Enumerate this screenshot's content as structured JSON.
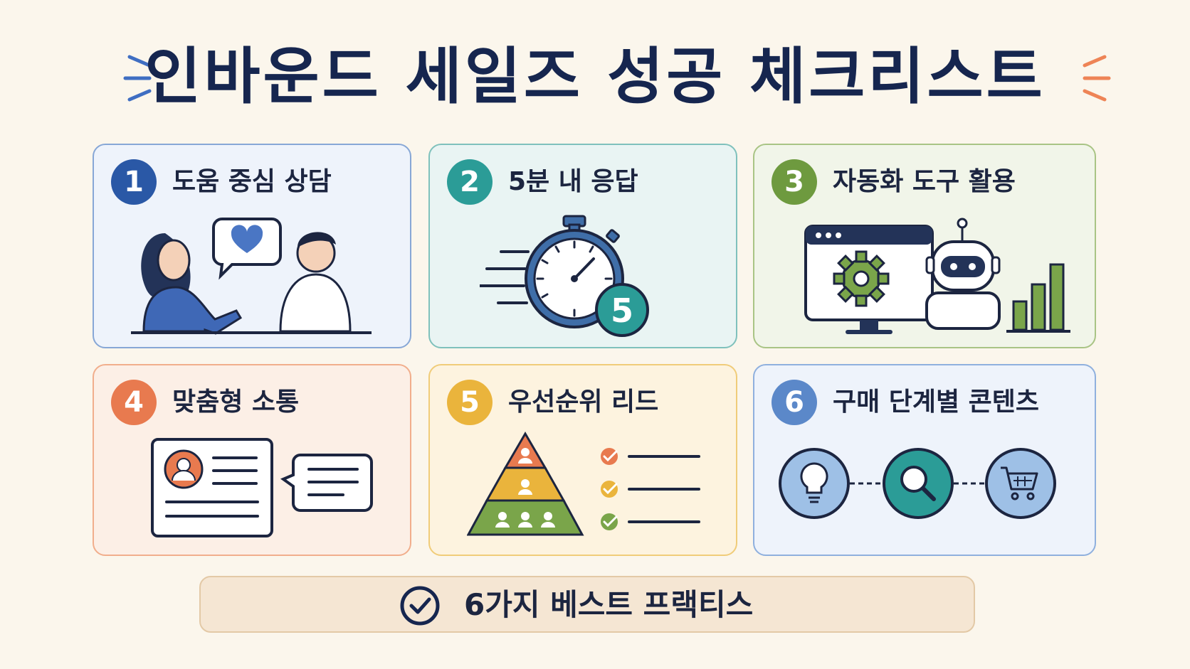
{
  "page": {
    "title": "인바운드 세일즈 성공 체크리스트",
    "footer": "6가지 베스트 프랙티스"
  },
  "cards": [
    {
      "number": "1",
      "label": "도움 중심 상담",
      "accent": "#2a58a6",
      "bg": "#eef3fb",
      "border": "#87a7d6",
      "icon": "conversation-icon"
    },
    {
      "number": "2",
      "label": "5분 내 응답",
      "accent": "#2b9c97",
      "bg": "#e9f4f3",
      "border": "#7fc1bc",
      "icon": "stopwatch-icon",
      "stopwatch_badge": "5"
    },
    {
      "number": "3",
      "label": "자동화 도구 활용",
      "accent": "#6e9a3f",
      "bg": "#f1f5e9",
      "border": "#a9c485",
      "icon": "automation-icon"
    },
    {
      "number": "4",
      "label": "맞춤형 소통",
      "accent": "#e87a4f",
      "bg": "#fcefe6",
      "border": "#f1ae8c",
      "icon": "profile-message-icon"
    },
    {
      "number": "5",
      "label": "우선순위 리드",
      "accent": "#eab43c",
      "bg": "#fdf3df",
      "border": "#f0cc79",
      "icon": "pyramid-checklist-icon"
    },
    {
      "number": "6",
      "label": "구매 단계별 콘텐츠",
      "accent": "#5b88c9",
      "bg": "#eef3fb",
      "border": "#8fb0de",
      "icon": "journey-icon"
    }
  ],
  "colors": {
    "navy": "#16264f",
    "background": "#fbf6ec",
    "burst_left": "#3f6ec2",
    "burst_right": "#ee8456"
  }
}
